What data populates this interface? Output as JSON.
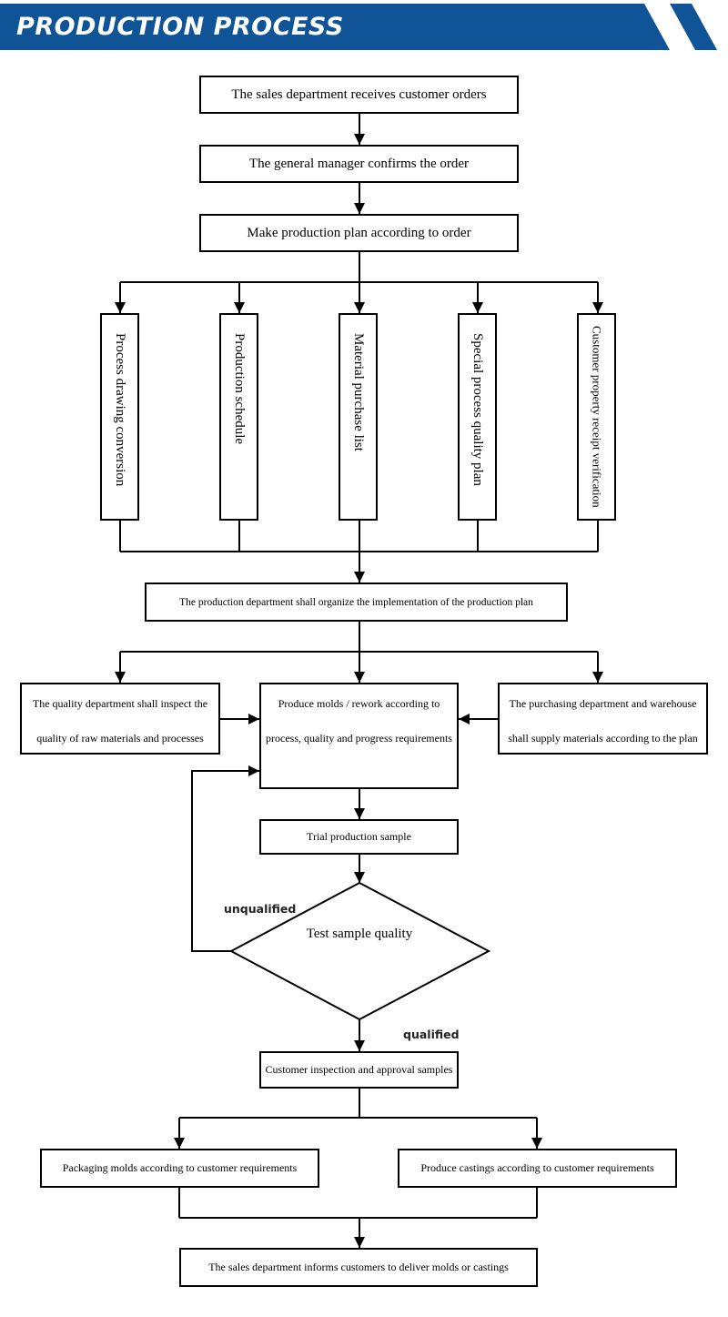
{
  "header": {
    "title": "PRODUCTION PROCESS",
    "color": "#0e5496"
  },
  "flow": {
    "step1": "The sales department receives customer orders",
    "step2": "The general manager confirms the order",
    "step3": "Make production plan according to order",
    "plan_items": [
      "Process drawing conversion",
      "Production schedule",
      "Material purchase list",
      "Special process quality plan",
      "Customer property receipt verification"
    ],
    "organize": "The production department shall organize the implementation of the production plan",
    "quality_inspect": {
      "line1": "The quality department shall inspect the",
      "line2": "quality of raw materials and processes"
    },
    "produce_molds": {
      "line1": "Produce molds / rework according to",
      "line2": "process, quality and progress requirements"
    },
    "purchasing": {
      "line1": "The purchasing department and warehouse",
      "line2": "shall supply materials according to the plan"
    },
    "trial": "Trial production sample",
    "test_quality": "Test sample quality",
    "unqualified": "unqualified",
    "qualified": "qualified",
    "customer_inspection": "Customer inspection and approval samples",
    "packaging": "Packaging molds according to customer requirements",
    "castings": "Produce castings according to customer requirements",
    "deliver": "The sales department informs customers to deliver molds or castings"
  }
}
